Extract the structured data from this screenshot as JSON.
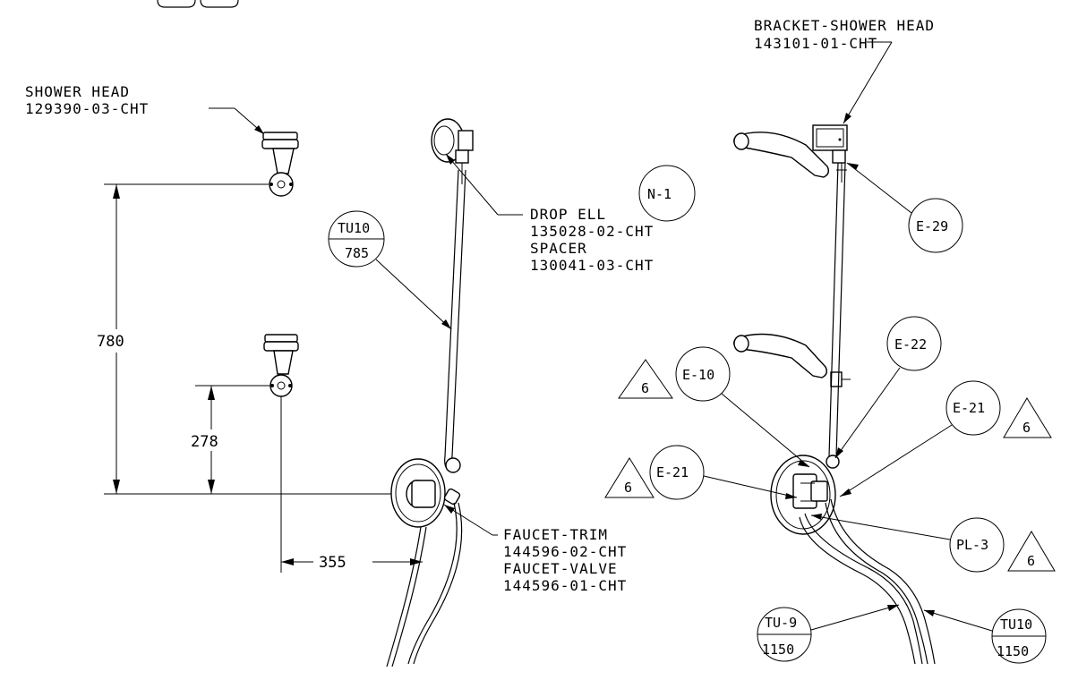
{
  "labels": {
    "shower_head": [
      "SHOWER HEAD",
      "129390-03-CHT"
    ],
    "bracket": [
      "BRACKET-SHOWER HEAD",
      "143101-01-CHT"
    ],
    "drop_ell": [
      "DROP ELL",
      "135028-02-CHT",
      "SPACER",
      "130041-03-CHT"
    ],
    "faucet": [
      "FAUCET-TRIM",
      "144596-02-CHT",
      "FAUCET-VALVE",
      "144596-01-CHT"
    ]
  },
  "dimensions": {
    "height_total": "780",
    "height_low": "278",
    "offset": "355"
  },
  "callouts": {
    "n1": "N-1",
    "e29": "E-29",
    "e22": "E-22",
    "e10": "E-10",
    "e21a": "E-21",
    "e21b": "E-21",
    "pl3": "PL-3",
    "tu10_top": "TU10",
    "tu10_bottom": "785",
    "tu9_top": "TU-9",
    "tu9_bottom": "1150",
    "tu10b_top": "TU10",
    "tu10b_bottom": "1150",
    "rev_tri": "6"
  }
}
